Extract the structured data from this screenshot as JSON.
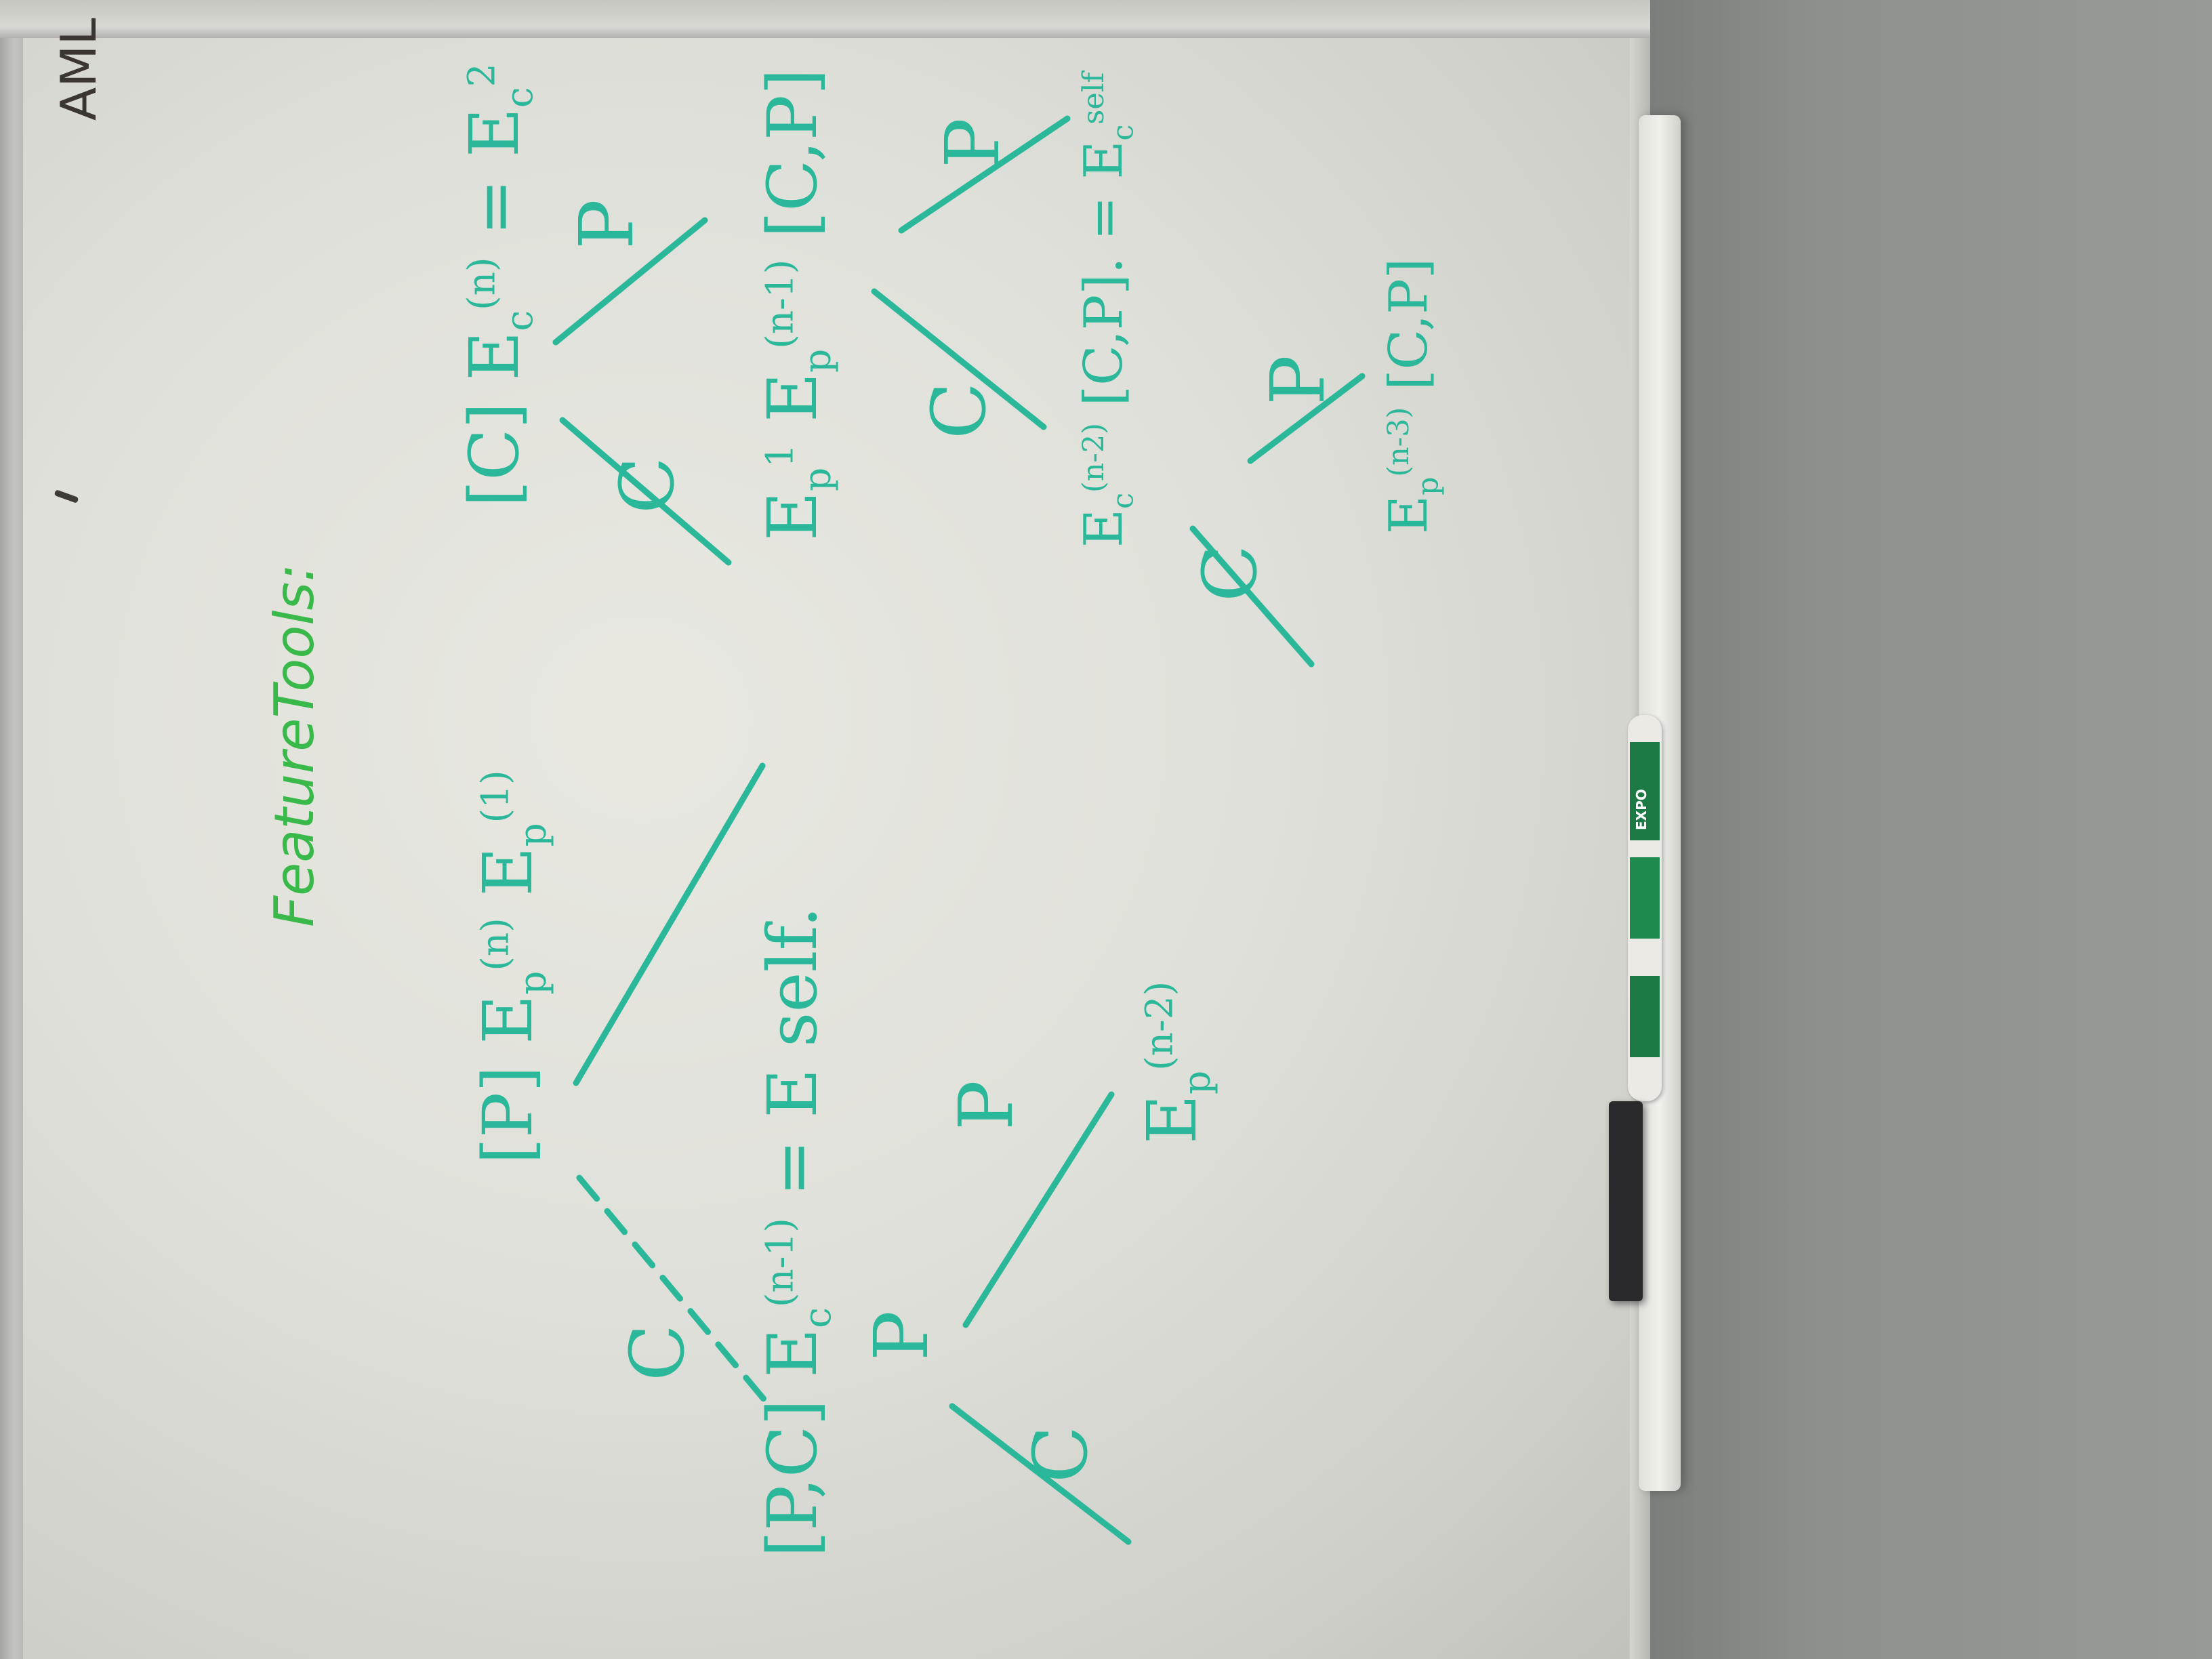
{
  "photo": {
    "orientation": "rotated 90 degrees clockwise",
    "colors": {
      "board": "#dfe0d9",
      "ink_teal": "#2bb89a",
      "ink_green": "#39b94a",
      "ink_black": "#3b3631",
      "wall": "#8d908c"
    }
  },
  "marker": {
    "brand": "EXPO",
    "color": "#1d7a45"
  },
  "board": {
    "title": "AML",
    "heading": "FeatureTools:",
    "left_column": {
      "top_expr_prefix": "[P]",
      "top_expr_E": "E",
      "top_expr_sub": "p",
      "top_expr_sup": "(n)",
      "top_expr_E2": "E",
      "top_expr_E2_sub": "p",
      "top_expr_E2_sup": "(1)",
      "node_c": "C",
      "node_p": "P",
      "mid_expr_prefix": "[P,C]",
      "mid_expr_E": "E",
      "mid_expr_sub": "c",
      "mid_expr_sup": "(n-1)",
      "mid_expr_rhs": "= E self.",
      "lower_node_c": "C",
      "lower_node_p": "P",
      "lower_expr_E": "E",
      "lower_expr_sub": "p",
      "lower_expr_sup": "(n-2)"
    },
    "right_column": {
      "top_expr_prefix": "[C]",
      "top_expr_E": "E",
      "top_expr_sub": "c",
      "top_expr_sup": "(n)",
      "top_expr_rhs": "= E",
      "top_expr_rhs_sub": "c",
      "top_expr_rhs_sup": "2",
      "node_c": "C",
      "node_p": "P",
      "mid_expr_E1": "E",
      "mid_expr_E1_sub": "p",
      "mid_expr_E1_sup": "1",
      "mid_expr_E2": "E",
      "mid_expr_E2_sub": "p",
      "mid_expr_E2_sup": "(n-1)",
      "mid_expr_bracket": "[C,P]",
      "node2_c": "C",
      "node2_p": "P",
      "lower_expr_E": "E",
      "lower_expr_sub": "c",
      "lower_expr_sup": "(n-2)",
      "lower_expr_bracket": "[C,P].",
      "lower_expr_rhs": "= E",
      "lower_expr_rhs_sub": "c",
      "lower_expr_rhs_sup": "self",
      "bottom_node_c": "C",
      "bottom_node_p": "P",
      "bottom_expr_E": "E",
      "bottom_expr_sub": "p",
      "bottom_expr_sup": "(n-3)",
      "bottom_expr_bracket": "[C,P]"
    }
  }
}
